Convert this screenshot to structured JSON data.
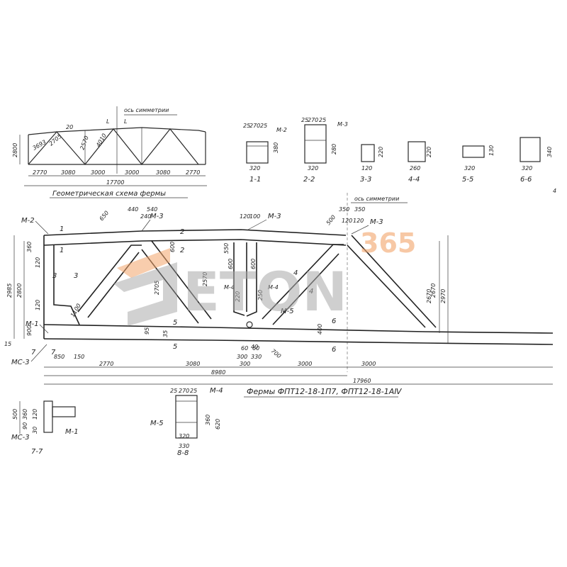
{
  "geometric_scheme": {
    "title": "Геометрическая схема фермы",
    "symmetry_axis": "ось симметрии",
    "height_label": "2800",
    "diag_labels": [
      "3693",
      "2705",
      "2570",
      "4010"
    ],
    "top_small": [
      "20",
      "L",
      "L"
    ],
    "spans": [
      "2770",
      "3080",
      "3000",
      "3000",
      "3080",
      "2770"
    ],
    "total": "17700"
  },
  "sections": [
    {
      "name": "1-1",
      "dims_top": [
        "25",
        "270",
        "25"
      ],
      "mark": "М-2",
      "side": "380",
      "bottom": "320"
    },
    {
      "name": "2-2",
      "dims_top": [
        "25",
        "270",
        "25"
      ],
      "mark": "М-3",
      "side": "280",
      "bottom": "320"
    },
    {
      "name": "3-3",
      "side": "220",
      "bottom": "120"
    },
    {
      "name": "4-4",
      "side": "220",
      "bottom": "260"
    },
    {
      "name": "5-5",
      "side": "130",
      "bottom": "320"
    },
    {
      "name": "6-6",
      "side": "340",
      "bottom": "320"
    }
  ],
  "truss": {
    "symmetry_axis": "ось симметрии",
    "marks": [
      "М-2",
      "М-3",
      "М-3",
      "М-3",
      "М-4",
      "М-4",
      "М-5",
      "М-1",
      "МС-3"
    ],
    "top_dims": [
      "440",
      "540",
      "650",
      "240",
      "120",
      "100",
      "350",
      "350",
      "500",
      "120",
      "120"
    ],
    "inner_dims": [
      "2705",
      "2570",
      "2670",
      "600",
      "600",
      "550",
      "220",
      "250",
      "600",
      "400",
      "700",
      "1100",
      "300",
      "60",
      "60"
    ],
    "left_dims": [
      "2985",
      "2800",
      "900",
      "360",
      "120",
      "120",
      "95",
      "35",
      "15"
    ],
    "right_dims": [
      "2670",
      "2970"
    ],
    "section_marks": [
      "1",
      "1",
      "2",
      "2",
      "3",
      "3",
      "4",
      "4",
      "5",
      "5",
      "6",
      "6",
      "7",
      "7"
    ],
    "bottom_small": [
      "850",
      "150",
      "300",
      "330",
      "40"
    ],
    "spans": [
      "2770",
      "3080",
      "3000",
      "3000"
    ],
    "half": "8980",
    "total": "17960",
    "caption": "Фермы ФПТ12-18-1П7, ФПТ12-18-1АⅣ"
  },
  "section_77": {
    "name": "7-7",
    "dims": [
      "500",
      "360",
      "120",
      "90",
      "30"
    ],
    "marks": [
      "М-1",
      "МС-3"
    ]
  },
  "section_88": {
    "name": "8-8",
    "dims_top": [
      "25",
      "270",
      "25"
    ],
    "marks": [
      "М-4",
      "М-5"
    ],
    "dims_side": [
      "360",
      "620"
    ],
    "bottom": [
      "320",
      "330"
    ]
  },
  "watermark": {
    "text": "ETON",
    "number": "365"
  },
  "corner_mark": "4"
}
